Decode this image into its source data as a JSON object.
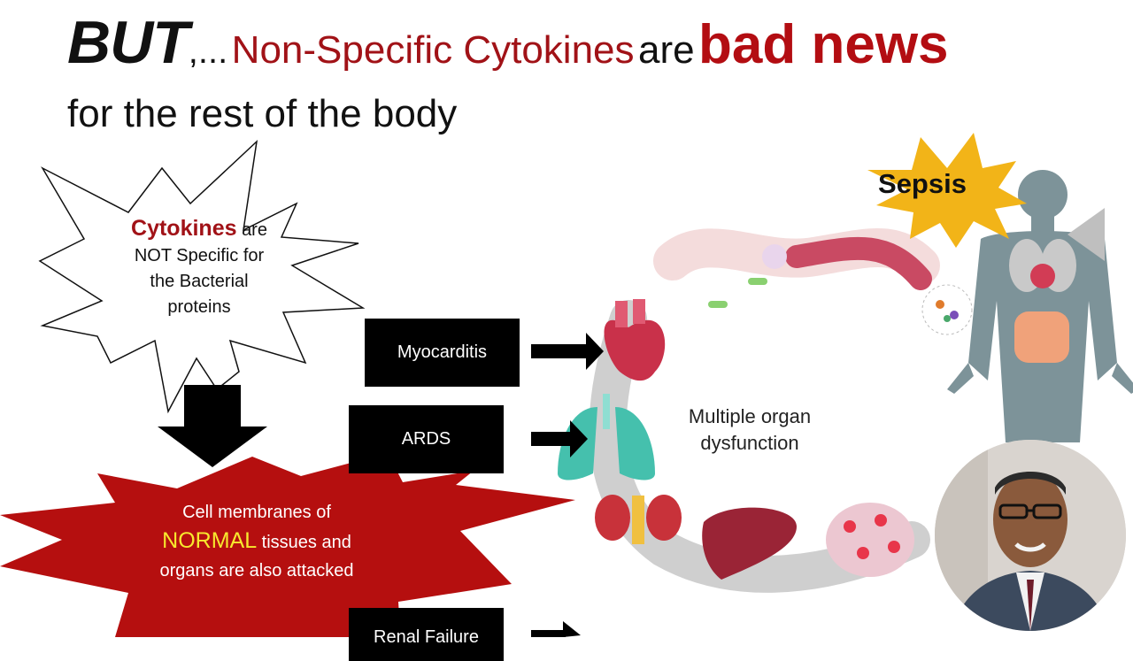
{
  "slide": {
    "title": {
      "but": "BUT",
      "ellipsis": ",...",
      "non_specific": "Non-Specific Cytokines",
      "are": "are",
      "bad_news": "bad news",
      "line2": "for the rest of the body"
    },
    "cytokines_burst": {
      "keyword": "Cytokines",
      "rest_line1": "are",
      "line2": "NOT Specific for",
      "line3": "the Bacterial",
      "line4": "proteins"
    },
    "cell_burst": {
      "line1": "Cell membranes of",
      "normal": "NORMAL",
      "line2_rest": "tissues and",
      "line3": "organs are also attacked"
    },
    "labels": {
      "myocarditis": "Myocarditis",
      "ards": "ARDS",
      "renal": "Renal Failure"
    },
    "diagram": {
      "multiple_organ_line1": "Multiple organ",
      "multiple_organ_line2": "dysfunction",
      "sepsis": "Sepsis"
    }
  },
  "colors": {
    "accent_red": "#a11217",
    "bad_news_red": "#b30d12",
    "burst_red": "#b50f0f",
    "normal_yellow": "#f7e82e",
    "sepsis_yellow": "#f2b418",
    "silhouette": "#7d9399"
  }
}
